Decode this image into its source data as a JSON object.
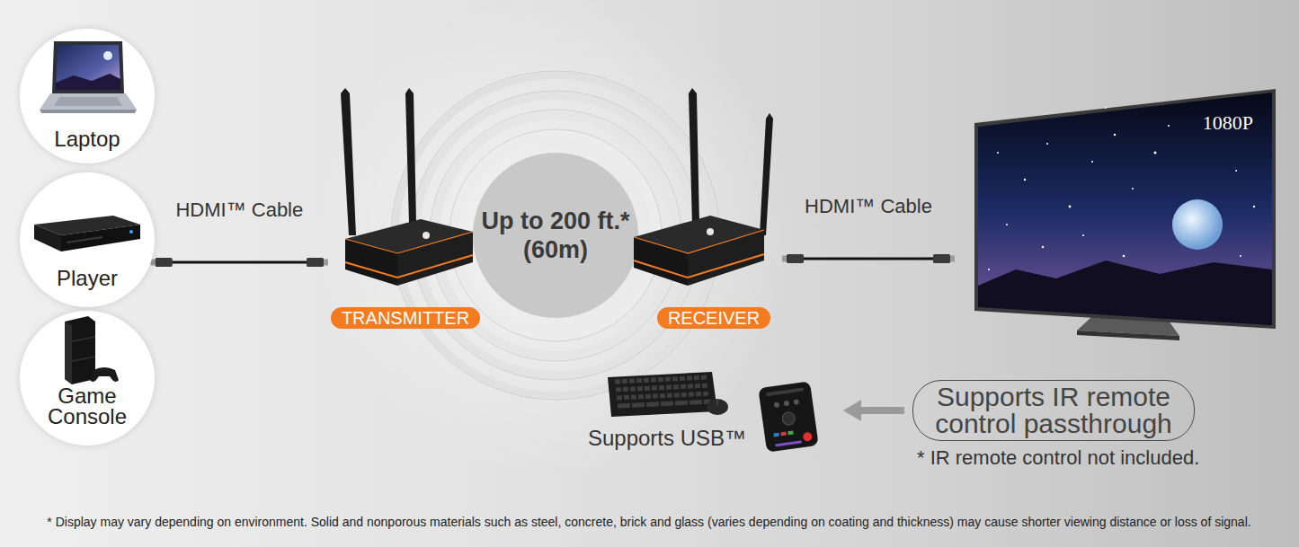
{
  "diagram": {
    "nodes": [
      {
        "text": [
          "Laptop"
        ]
      },
      {
        "text": [
          "Player"
        ]
      },
      {
        "text": [
          "Game Console"
        ]
      },
      {
        "text": [
          "TRANSMITTER"
        ]
      },
      {
        "text": [
          "Up to 200 ft.* (60m)"
        ]
      },
      {
        "text": [
          "RECEIVER"
        ]
      },
      {
        "text": [
          "1080P"
        ]
      },
      {
        "text": [
          "Supports IR remote control passthrough"
        ]
      }
    ],
    "edges": [
      {
        "from": 1,
        "to": 3,
        "arrow": "none",
        "label": "HDMI™ Cable"
      },
      {
        "from": 5,
        "to": 6,
        "arrow": "none",
        "label": "HDMI™ Cable"
      }
    ],
    "labels": [
      "Supports USB™",
      "* IR remote control not included.",
      "* Display may vary depending on environment. Solid and nonporous materials such as steel, concrete, brick and glass (varies depending on coating and thickness) may cause shorter viewing distance or loss of signal."
    ]
  }
}
